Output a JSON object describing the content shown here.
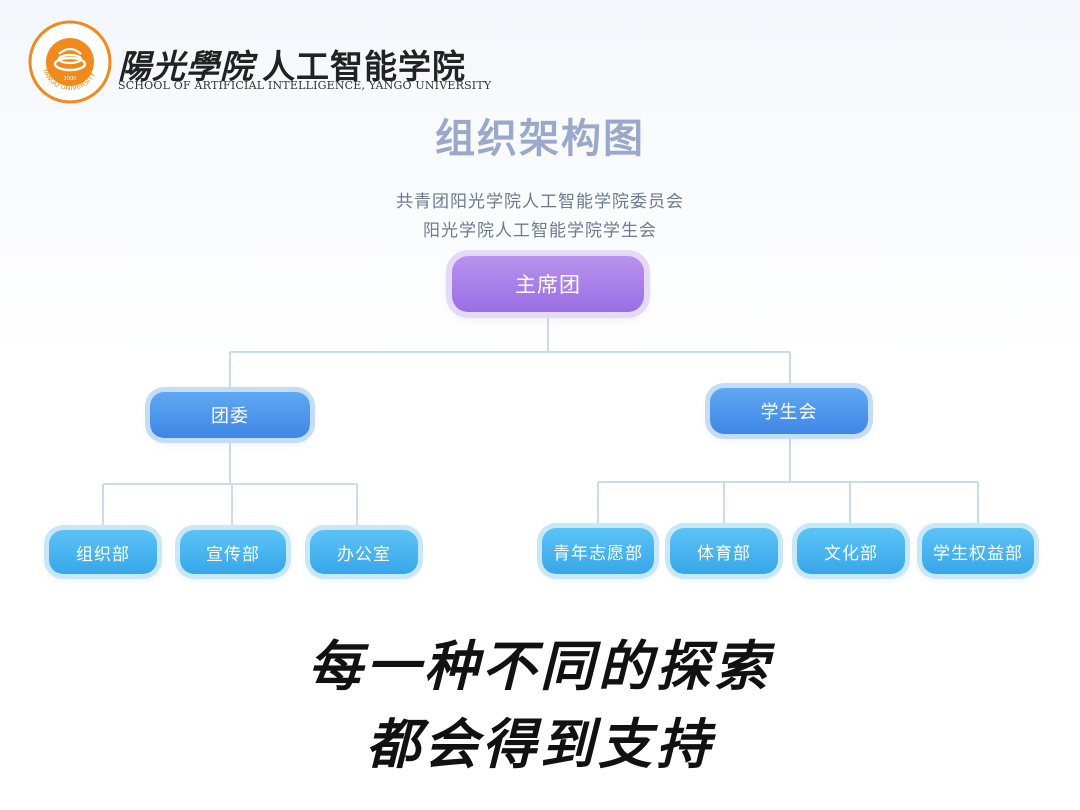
{
  "brand": {
    "name_script": "陽光學院",
    "name_rest": "人工智能学院",
    "name_en": "SCHOOL OF ARTIFICIAL INTELLIGENCE, YANGO UNIVERSITY",
    "logo_ring_text": "YANGO UNIVERSITY",
    "logo_year": "2000"
  },
  "title": "组织架构图",
  "subtitles": [
    "共青团阳光学院人工智能学院委员会",
    "阳光学院人工智能学院学生会"
  ],
  "org": {
    "root": "主席团",
    "branches": [
      {
        "label": "团委",
        "children": [
          "组织部",
          "宣传部",
          "办公室"
        ]
      },
      {
        "label": "学生会",
        "children": [
          "青年志愿部",
          "体育部",
          "文化部",
          "学生权益部"
        ]
      }
    ]
  },
  "slogan": [
    "每一种不同的探索",
    "都会得到支持"
  ],
  "colors": {
    "root": "#9a6ee4",
    "branch": "#3f86e6",
    "leaf": "#37a6ea",
    "title": "#9aa8cc",
    "connector": "#c9dcef",
    "logo_orange": "#f08a1c"
  }
}
